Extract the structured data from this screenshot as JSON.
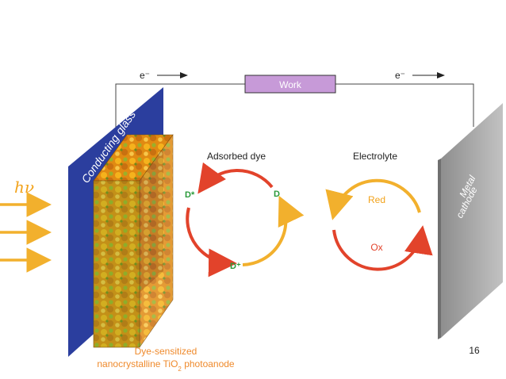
{
  "work_label": "Work",
  "electron_left": "e⁻",
  "electron_right": "e⁻",
  "light_label": "hν",
  "conducting_glass_label": "Conducting glass",
  "cathode_label_line1": "Metal",
  "cathode_label_line2": "cathode",
  "adsorbed_dye_title": "Adsorbed dye",
  "dye_excited_label": "D*",
  "dye_ground_label": "D",
  "dye_oxidized_label": "D⁺",
  "electrolyte_title": "Electrolyte",
  "electrolyte_red_label": "Red",
  "electrolyte_ox_label": "Ox",
  "photoanode_caption_line1": "Dye-sensitized",
  "photoanode_caption_line2_prefix": "nanocrystalline TiO",
  "photoanode_caption_line2_sub": "2",
  "photoanode_caption_line2_suffix": " photoanode",
  "slide_number": "16",
  "colors": {
    "glass_blue": "#2b3e9e",
    "work_box": "#c79ad8",
    "arrow_red": "#e2432b",
    "arrow_orange": "#f2b02d",
    "label_green": "#2a9a3a",
    "caption_orange": "#ef8a2c",
    "cathode_gray": "#a7a7a7"
  }
}
